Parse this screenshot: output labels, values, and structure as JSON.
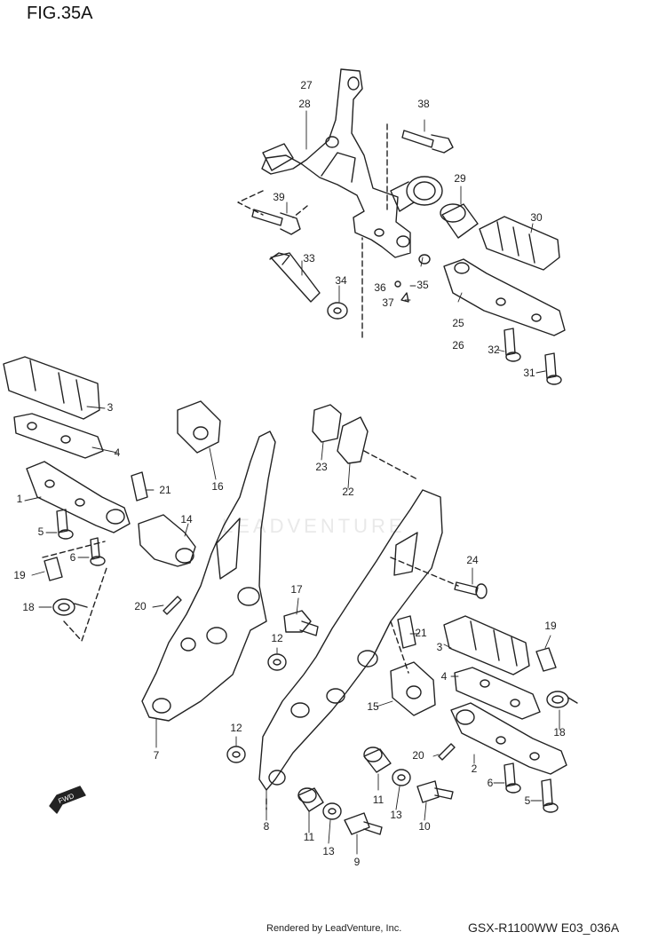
{
  "figure_title": "FIG.35A",
  "watermark": "LEADVENTURE",
  "fwd_label": "FWD",
  "footer": {
    "rendered_by": "Rendered by LeadVenture, Inc.",
    "model_code": "GSX-R1100WW   E03_036A"
  },
  "callouts": [
    {
      "id": "27",
      "label": "27"
    },
    {
      "id": "28",
      "label": "28"
    },
    {
      "id": "38",
      "label": "38"
    },
    {
      "id": "39",
      "label": "39"
    },
    {
      "id": "29",
      "label": "29"
    },
    {
      "id": "30",
      "label": "30"
    },
    {
      "id": "33",
      "label": "33"
    },
    {
      "id": "34",
      "label": "34"
    },
    {
      "id": "36",
      "label": "36"
    },
    {
      "id": "35",
      "label": "35"
    },
    {
      "id": "37",
      "label": "37"
    },
    {
      "id": "25",
      "label": "25"
    },
    {
      "id": "26",
      "label": "26"
    },
    {
      "id": "32",
      "label": "32"
    },
    {
      "id": "31",
      "label": "31"
    },
    {
      "id": "3a",
      "label": "3"
    },
    {
      "id": "4a",
      "label": "4"
    },
    {
      "id": "1",
      "label": "1"
    },
    {
      "id": "5a",
      "label": "5"
    },
    {
      "id": "6a",
      "label": "6"
    },
    {
      "id": "19a",
      "label": "19"
    },
    {
      "id": "18a",
      "label": "18"
    },
    {
      "id": "21a",
      "label": "21"
    },
    {
      "id": "16",
      "label": "16"
    },
    {
      "id": "14",
      "label": "14"
    },
    {
      "id": "20a",
      "label": "20"
    },
    {
      "id": "7",
      "label": "7"
    },
    {
      "id": "23",
      "label": "23"
    },
    {
      "id": "22",
      "label": "22"
    },
    {
      "id": "24",
      "label": "24"
    },
    {
      "id": "17",
      "label": "17"
    },
    {
      "id": "12a",
      "label": "12"
    },
    {
      "id": "12b",
      "label": "12"
    },
    {
      "id": "21b",
      "label": "21"
    },
    {
      "id": "15",
      "label": "15"
    },
    {
      "id": "3b",
      "label": "3"
    },
    {
      "id": "4b",
      "label": "4"
    },
    {
      "id": "19b",
      "label": "19"
    },
    {
      "id": "18b",
      "label": "18"
    },
    {
      "id": "20b",
      "label": "20"
    },
    {
      "id": "2",
      "label": "2"
    },
    {
      "id": "6b",
      "label": "6"
    },
    {
      "id": "5b",
      "label": "5"
    },
    {
      "id": "8",
      "label": "8"
    },
    {
      "id": "11a",
      "label": "11"
    },
    {
      "id": "13a",
      "label": "13"
    },
    {
      "id": "10",
      "label": "10"
    },
    {
      "id": "11b",
      "label": "11"
    },
    {
      "id": "13b",
      "label": "13"
    },
    {
      "id": "9",
      "label": "9"
    }
  ]
}
